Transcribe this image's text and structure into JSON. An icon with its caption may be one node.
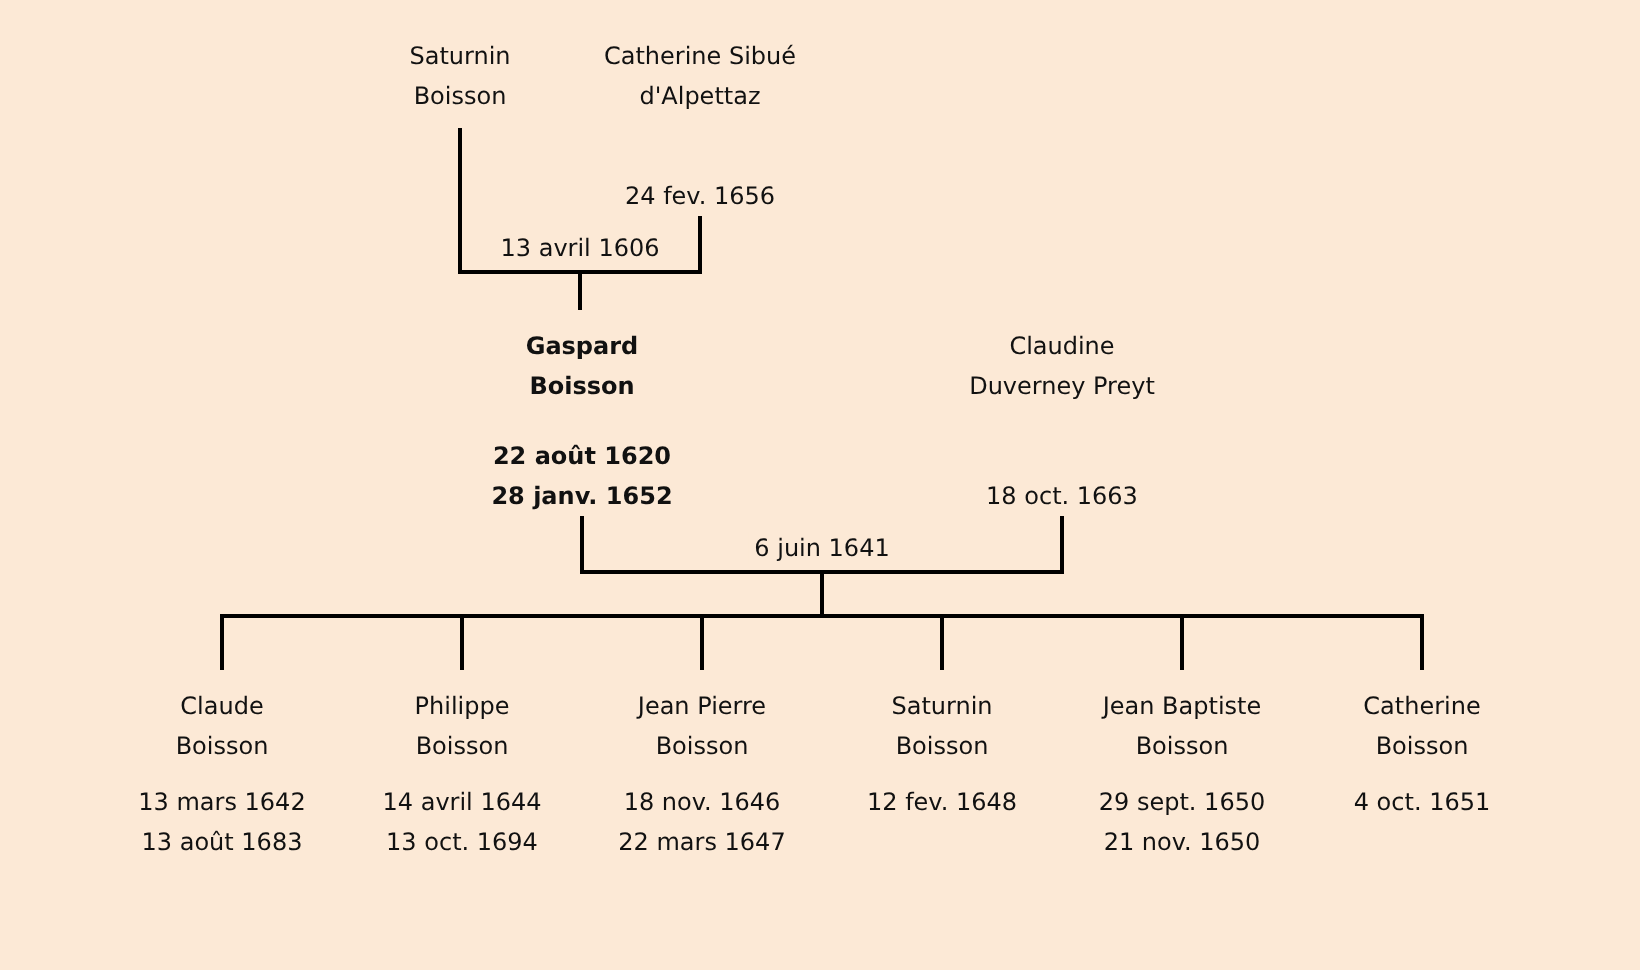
{
  "diagram": {
    "nodes": [
      {
        "text": [
          "Saturnin Boisson"
        ]
      },
      {
        "text": [
          "Catherine Sibué d'Alpettaz",
          "24 fev. 1656"
        ]
      },
      {
        "text": [
          "Gaspard Boisson",
          "22 août 1620 28 janv. 1652"
        ]
      },
      {
        "text": [
          "Claudine Duverney Preyt",
          "18 oct. 1663"
        ]
      },
      {
        "text": [
          "Claude Boisson",
          "13 mars 1642 13 août 1683"
        ]
      },
      {
        "text": [
          "Philippe Boisson",
          "14 avril 1644 13 oct. 1694"
        ]
      },
      {
        "text": [
          "Jean Pierre Boisson",
          "18 nov. 1646 22 mars 1647"
        ]
      },
      {
        "text": [
          "Saturnin Boisson",
          "12 fev. 1648"
        ]
      },
      {
        "text": [
          "Jean Baptiste Boisson",
          "29 sept. 1650 21 nov. 1650"
        ]
      },
      {
        "text": [
          "Catherine Boisson",
          "4 oct. 1651"
        ]
      }
    ],
    "edges": [
      {
        "from": 0,
        "to": 2,
        "arrow": "none",
        "label": "13 avril 1606"
      },
      {
        "from": 1,
        "to": 2,
        "arrow": "none"
      },
      {
        "from": 2,
        "to": 4,
        "arrow": "none",
        "label": "6 juin 1641"
      },
      {
        "from": 2,
        "to": 5,
        "arrow": "none"
      },
      {
        "from": 2,
        "to": 6,
        "arrow": "none"
      },
      {
        "from": 2,
        "to": 7,
        "arrow": "none"
      },
      {
        "from": 2,
        "to": 8,
        "arrow": "none"
      },
      {
        "from": 2,
        "to": 9,
        "arrow": "none"
      },
      {
        "from": 3,
        "to": 4,
        "arrow": "none"
      },
      {
        "from": 3,
        "to": 5,
        "arrow": "none"
      },
      {
        "from": 3,
        "to": 6,
        "arrow": "none"
      },
      {
        "from": 3,
        "to": 7,
        "arrow": "none"
      },
      {
        "from": 3,
        "to": 8,
        "arrow": "none"
      },
      {
        "from": 3,
        "to": 9,
        "arrow": "none"
      }
    ]
  }
}
